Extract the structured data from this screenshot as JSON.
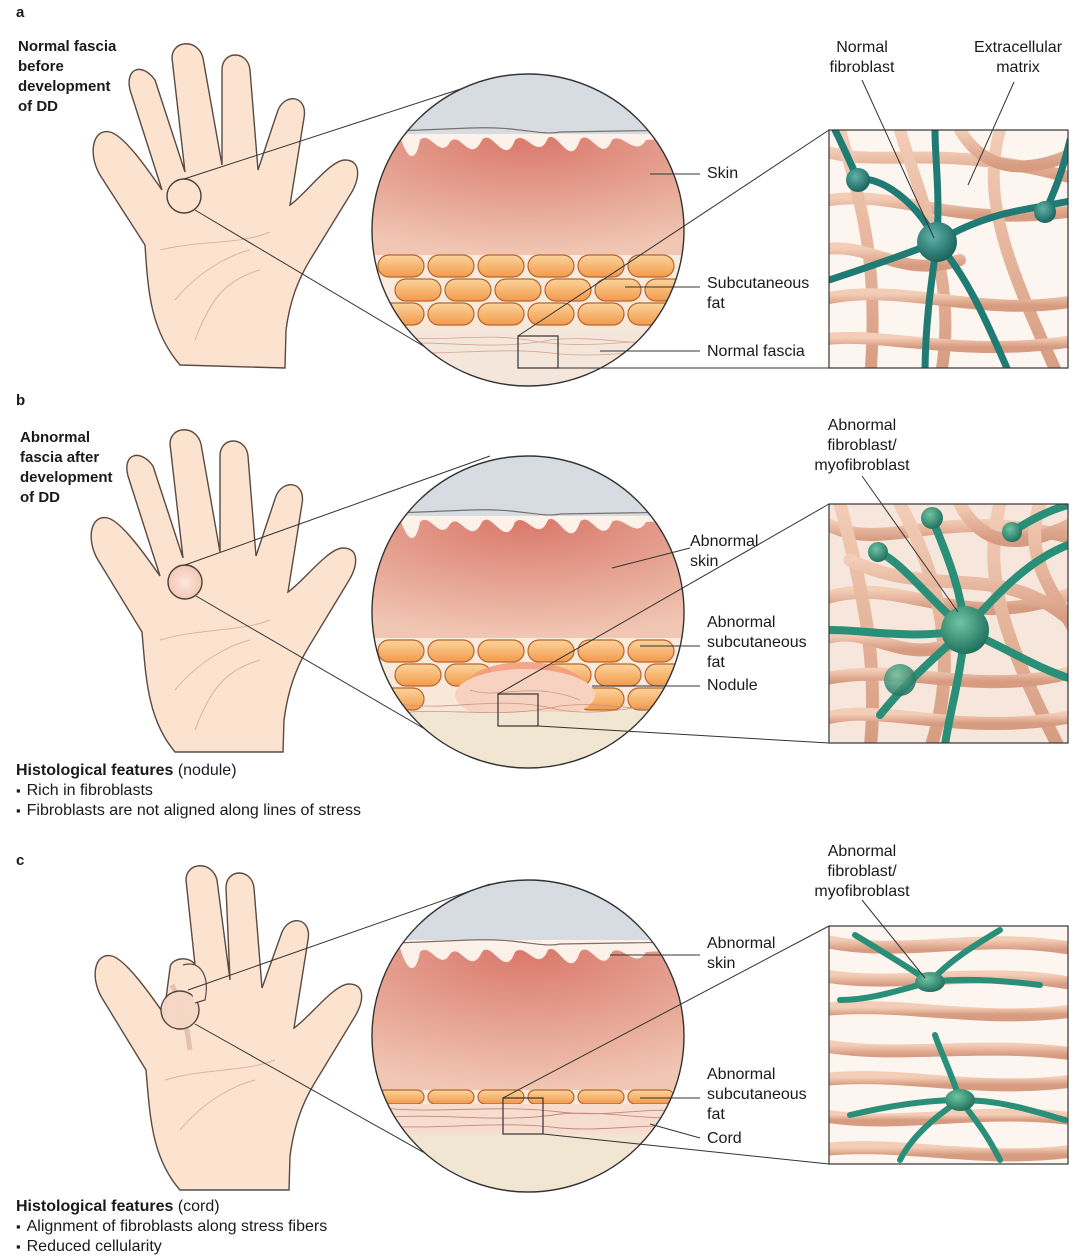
{
  "panels": [
    {
      "letter": "a",
      "hand_caption": "Normal fascia\nbefore\ndevelopment\nof DD",
      "labels": {
        "skin": "Skin",
        "fat": "Subcutaneous\nfat",
        "fascia": "Normal fascia",
        "fibroblast": "Normal\nfibroblast",
        "matrix": "Extracellular\nmatrix"
      }
    },
    {
      "letter": "b",
      "hand_caption": "Abnormal\nfascia after\ndevelopment\nof DD",
      "labels": {
        "skin": "Abnormal\nskin",
        "fat": "Abnormal\nsubcutaneous\nfat",
        "fascia": "Nodule",
        "fibroblast": "Abnormal\nfibroblast/\nmyofibroblast"
      },
      "features_heading": "Histological features",
      "features_qualifier": "(nodule)",
      "features": [
        "Rich in fibroblasts",
        "Fibroblasts are not aligned along lines of stress"
      ]
    },
    {
      "letter": "c",
      "labels": {
        "skin": "Abnormal\nskin",
        "fat": "Abnormal\nsubcutaneous\nfat",
        "fascia": "Cord",
        "fibroblast": "Abnormal\nfibroblast/\nmyofibroblast"
      },
      "features_heading": "Histological features",
      "features_qualifier": "(cord)",
      "features": [
        "Alignment of fibroblasts along stress fibers",
        "Reduced cellularity"
      ]
    }
  ],
  "colors": {
    "hand_fill": "#fbe3d0",
    "hand_stroke": "#5a4a40",
    "skin_top": "#d9dde3",
    "dermis": "#e6a58f",
    "fat": "#f6b46a",
    "fascia": "#f3e3d6",
    "fibre": "#e9b9a0",
    "fibroblast": "#1f7b73",
    "abnormal_fibroblast": "#2a8f78",
    "nodule": "#f08a70"
  }
}
